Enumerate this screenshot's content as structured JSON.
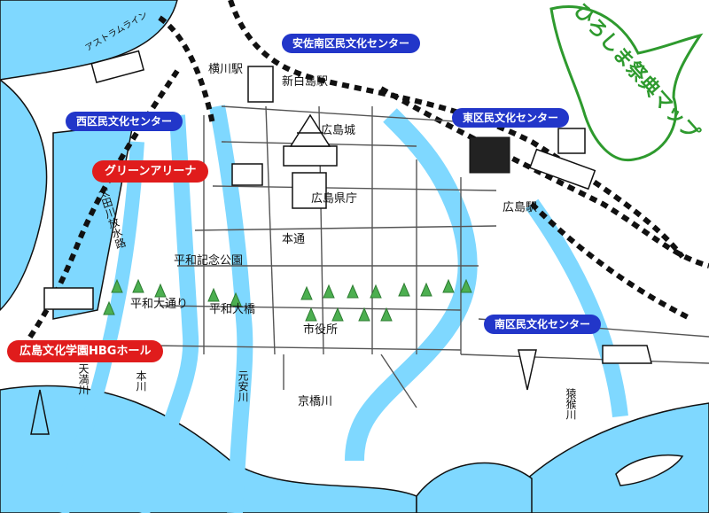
{
  "map": {
    "title": "ひろしま祭典マップ",
    "colors": {
      "water": "#7fd8ff",
      "venue_blue": "#2236c9",
      "venue_red": "#e01c1c",
      "tree": "#4caf50",
      "title_green": "#2e9a2e"
    },
    "places": {
      "yokogawa_station": "横川駅",
      "shin_hakushima_station": "新白島駅",
      "hiroshima_castle": "広島城",
      "hiroshima_station": "広島駅",
      "prefectural_office": "広島県庁",
      "hondori": "本通",
      "peace_park": "平和記念公園",
      "heiwa_odori": "平和大通り",
      "heiwa_ohashi": "平和大橋",
      "city_hall": "市役所",
      "astram": "アストラムライン",
      "ota_floodway": "太田川放水路",
      "tenma_river": "天満川",
      "hon_river": "本川",
      "motoyasu_river": "元安川",
      "kyobashi_river": "京橋川",
      "enko_river": "猿猴川"
    },
    "venues": {
      "asaminami": "安佐南区民文化センター",
      "nishi": "西区民文化センター",
      "higashi": "東区民文化センター",
      "green_arena": "グリーンアリーナ",
      "minami": "南区民文化センター",
      "hbg_hall": "広島文化学園HBGホール"
    }
  }
}
